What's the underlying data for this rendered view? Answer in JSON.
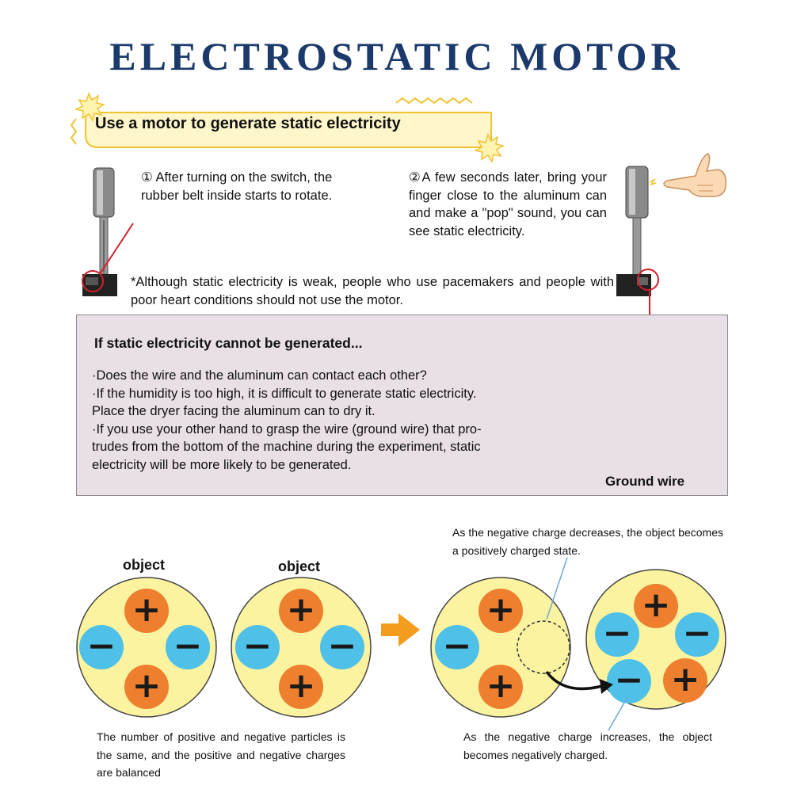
{
  "title": "ELECTROSTATIC MOTOR",
  "banner": "Use a motor to generate static electricity",
  "steps": [
    "① After turning on the switch, the rubber belt inside starts to rotate.",
    "②A few seconds later, bring your finger close to the aluminum can and make a \"pop\" sound, you can see static electricity."
  ],
  "warning": "*Although static electricity is weak, people who use pacemakers and people with poor heart conditions should not use the motor.",
  "troubleshooting": {
    "heading": "If static electricity cannot be generated...",
    "lines": [
      "·Does the wire and the aluminum can contact each other?",
      "·If the humidity is too high, it is difficult to generate static electricity.",
      "Place the dryer facing the aluminum can to dry it.",
      "·If you use your other hand to grasp the wire (ground wire) that pro-",
      "trudes from the bottom of the machine during the experiment, static",
      "electricity will be more likely to be generated."
    ],
    "photo_label": "Ground wire"
  },
  "diagram": {
    "object_label": "object",
    "plus_symbol": "+",
    "minus_symbol": "−",
    "caption_negative_decreases": "As the negative charge decreases, the object becomes a positively charged state.",
    "caption_balanced": "The number of positive and negative particles is the same, and the positive and negative charges are balanced",
    "caption_negative_increases": "As the negative charge increases, the object becomes negatively charged."
  },
  "colors": {
    "title": "#1b3a6b",
    "banner_fill": "#fff6c9",
    "banner_border": "#f2c230",
    "box_fill": "#e8dfe7",
    "object_fill": "#fbf3a0",
    "positive": "#ee7f2f",
    "negative": "#4fc0e8",
    "arrow": "#f39c1e",
    "pointer_line": "#d0202a"
  }
}
